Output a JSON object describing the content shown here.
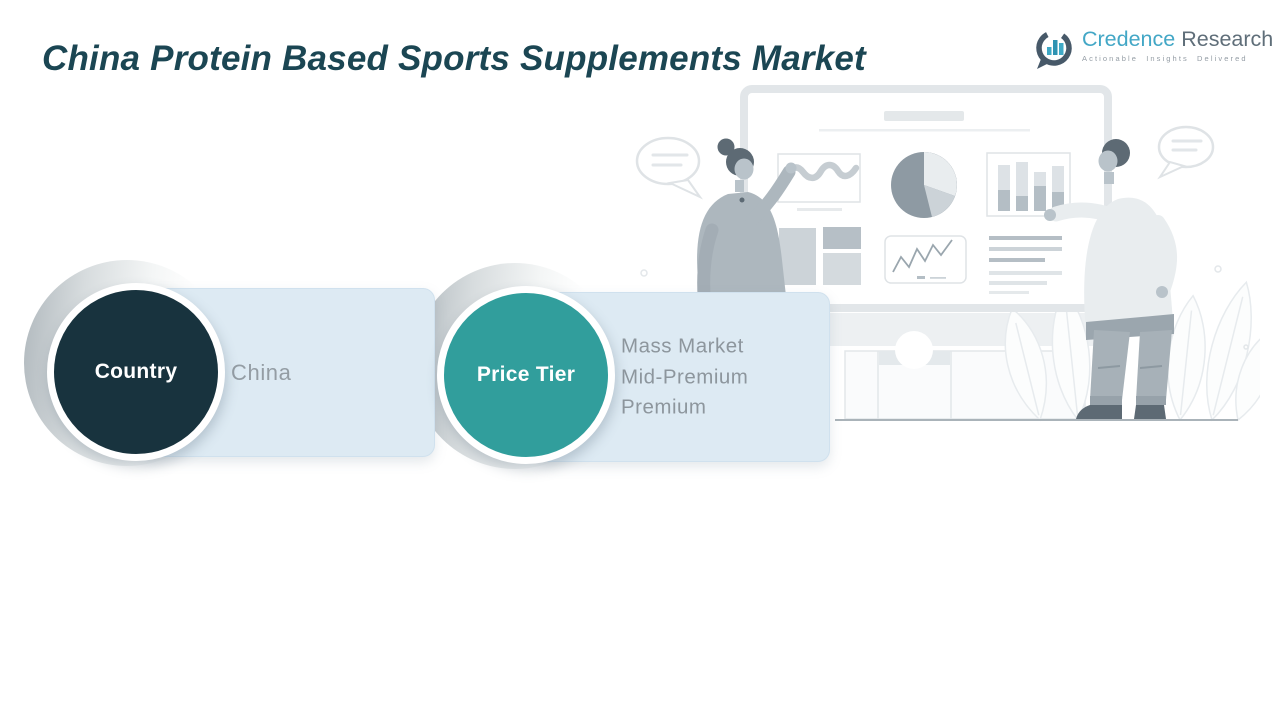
{
  "header": {
    "title": "China Protein Based Sports Supplements Market",
    "logo": {
      "brand_primary": "Credence",
      "brand_secondary": "Research",
      "tagline": "Actionable Insights Delivered"
    }
  },
  "segments": [
    {
      "label": "Country",
      "values": [
        "China"
      ]
    },
    {
      "label": "Price Tier",
      "values": [
        "Mass Market",
        "Mid-Premium",
        "Premium"
      ]
    }
  ],
  "colors": {
    "title_text": "#1b4653",
    "brand_teal": "#43a7c6",
    "brand_gray": "#5f6e79",
    "country_circle": "#18333e",
    "price_tier_circle": "#319e9c",
    "card_background": "#ddeaf3",
    "card_text": "#8d969d",
    "illustration_gray": "#b9c3ca"
  },
  "illustration": {
    "description": "two presenters at a chart board",
    "icons": [
      "line-chart",
      "pie-chart",
      "bar-chart",
      "trend-chart",
      "speech-bubbles",
      "plant-leaves"
    ]
  }
}
